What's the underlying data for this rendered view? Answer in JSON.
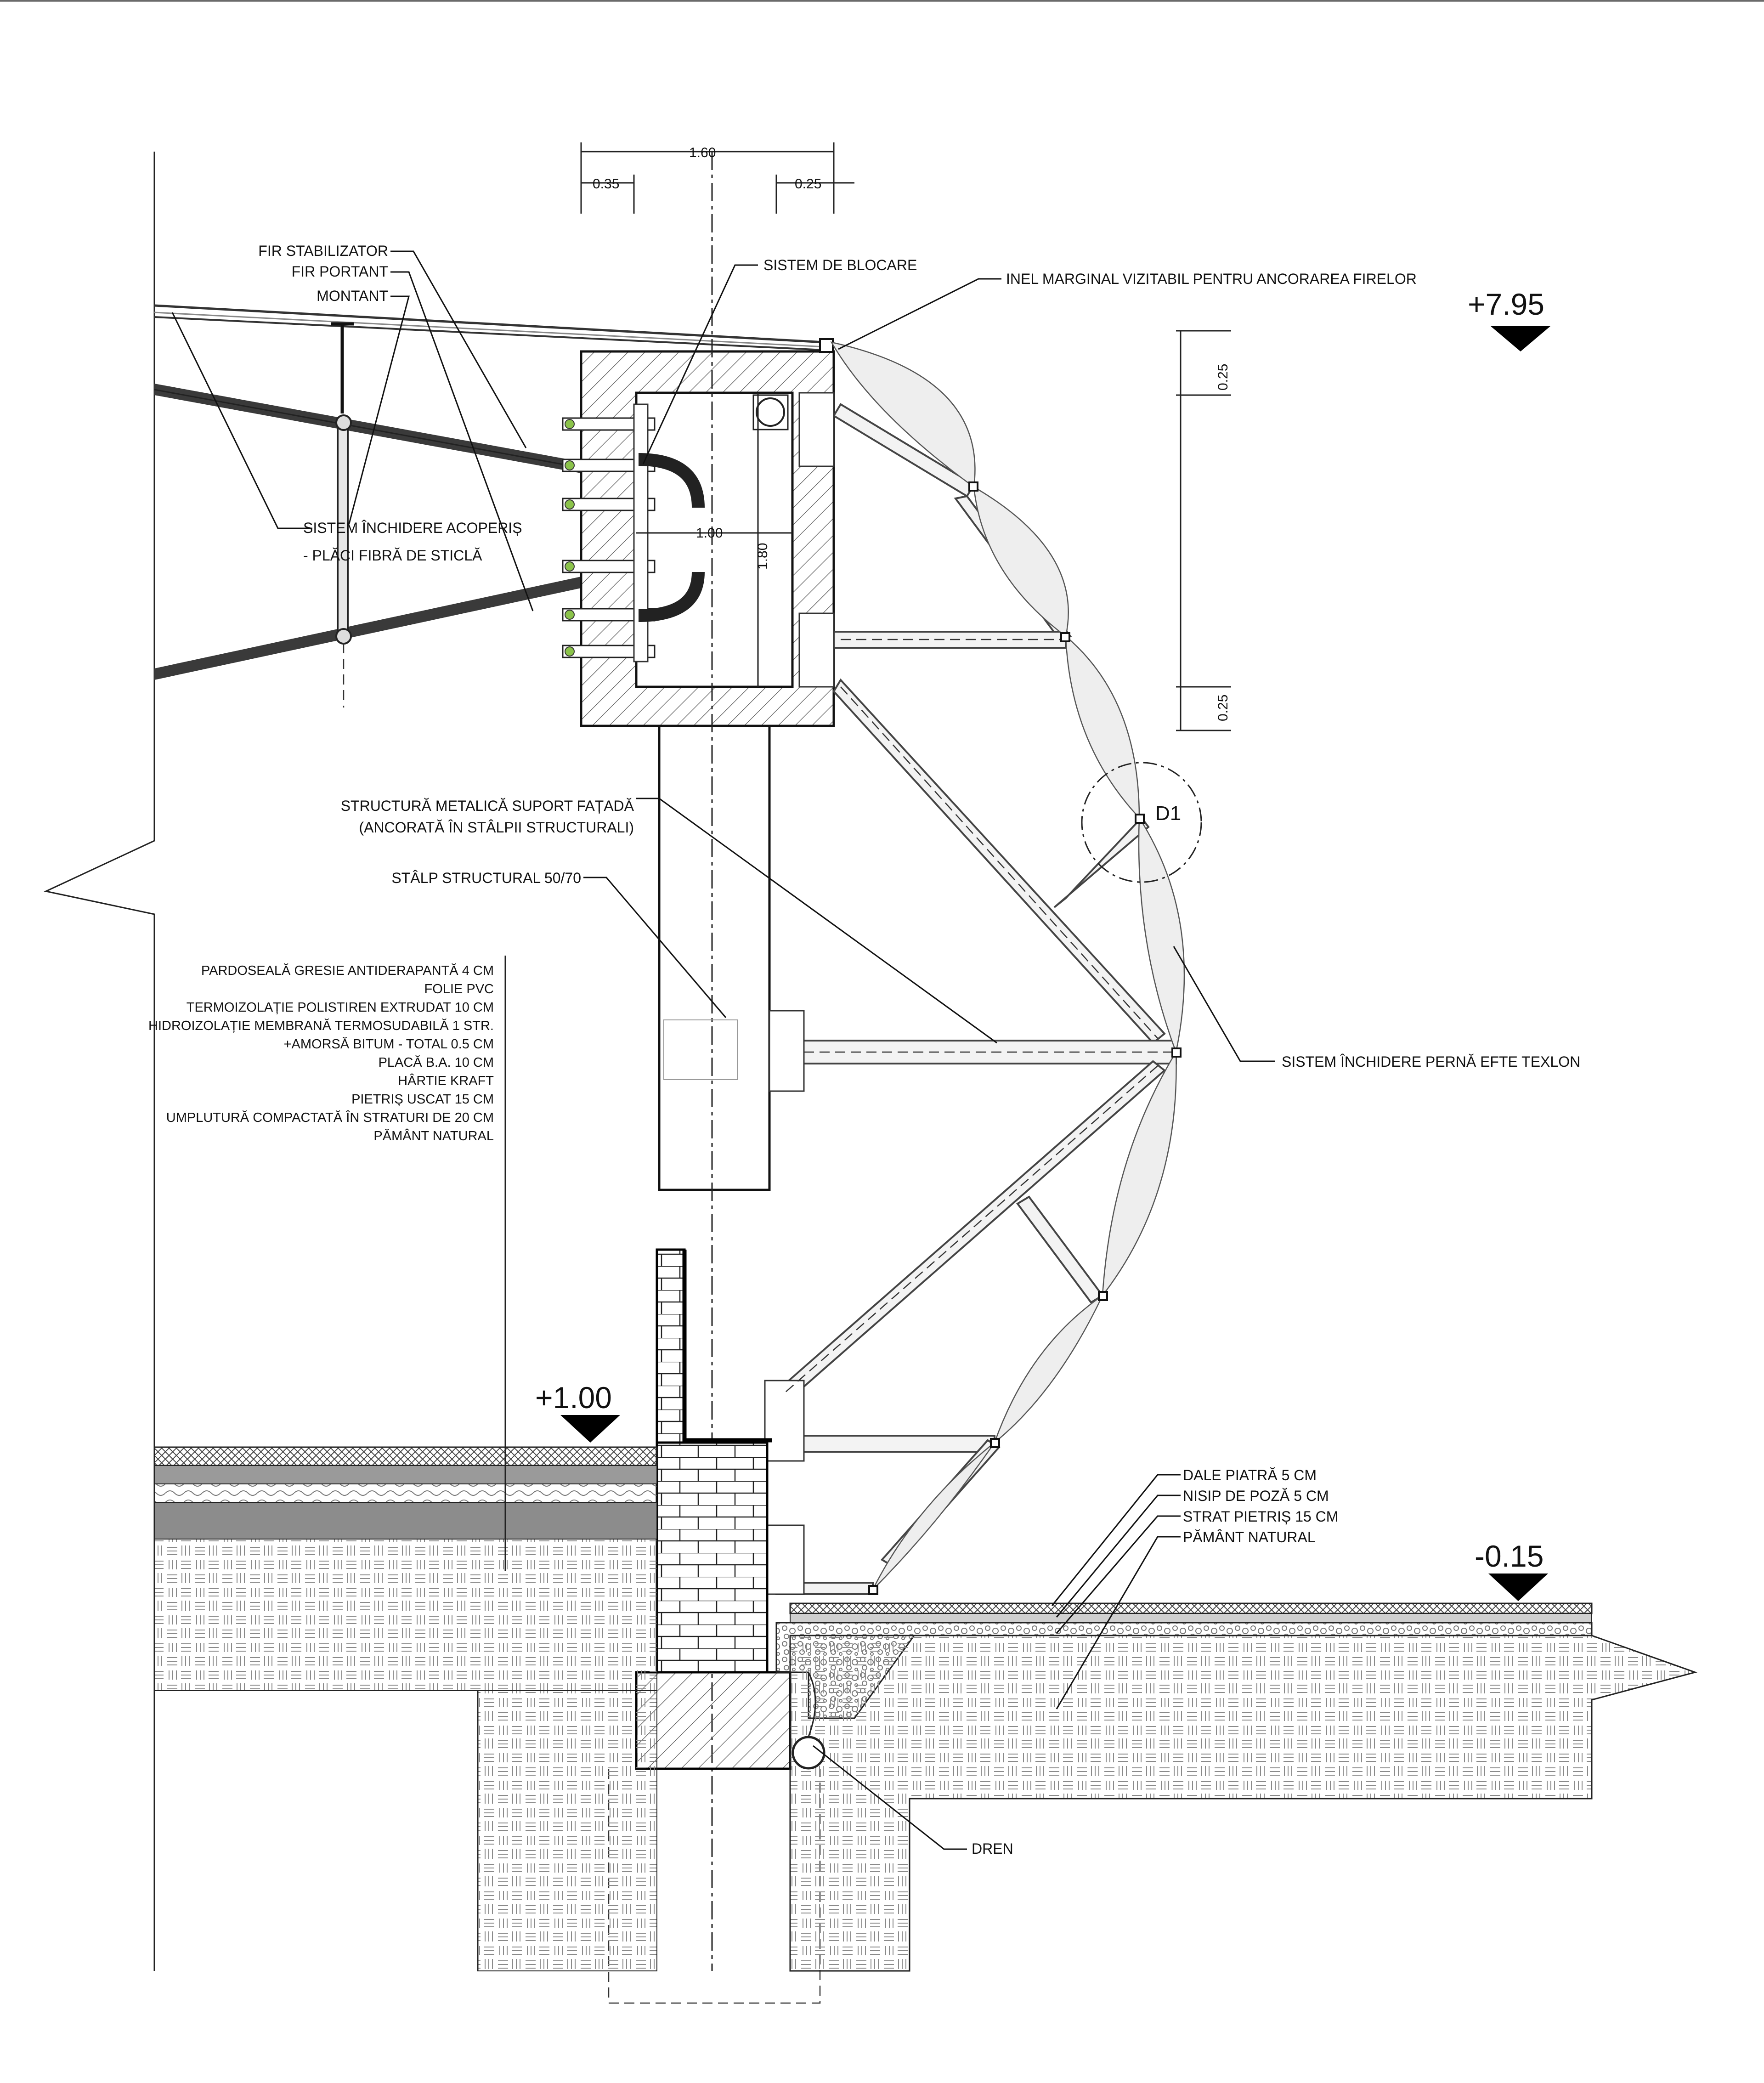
{
  "labels": {
    "fir_stabilizator": "FIR STABILIZATOR",
    "fir_portant": "FIR PORTANT",
    "montant": "MONTANT",
    "sistem_blocare": "SISTEM DE BLOCARE",
    "inel_marginal": "INEL MARGINAL VIZITABIL PENTRU ANCORAREA FIRELOR",
    "inchidere_acoperis_1": "SISTEM ÎNCHIDERE ACOPERIȘ",
    "inchidere_acoperis_2": "- PLĂCI FIBRĂ DE STICLĂ",
    "structura_metalica_1": "STRUCTURĂ METALICĂ SUPORT FAȚADĂ",
    "structura_metalica_2": "(ANCORATĂ ÎN STÂLPII STRUCTURALI)",
    "stalp_structural": "STÂLP STRUCTURAL 50/70",
    "sistem_perna": "SISTEM ÎNCHIDERE PERNĂ EFTE TEXLON",
    "detail_d1": "D1",
    "dren": "DREN"
  },
  "floor_layers": [
    "PARDOSEALĂ GRESIE ANTIDERAPANTĂ 4 CM",
    "FOLIE PVC",
    "TERMOIZOLAȚIE POLISTIREN EXTRUDAT 10 CM",
    "HIDROIZOLAȚIE MEMBRANĂ TERMOSUDABILĂ 1 STR.",
    "+AMORSĂ BITUM - TOTAL 0.5 CM",
    "PLACĂ B.A. 10 CM",
    "HÂRTIE KRAFT",
    "PIETRIȘ USCAT 15 CM",
    "UMPLUTURĂ COMPACTATĂ ÎN STRATURI DE 20 CM",
    "PĂMÂNT NATURAL"
  ],
  "exterior_layers": [
    "DALE PIATRĂ 5 CM",
    "NISIP DE POZĂ 5 CM",
    "STRAT PIETRIȘ 15 CM",
    "PĂMÂNT NATURAL"
  ],
  "levels": {
    "top": "+7.95",
    "floor": "+1.00",
    "ground": "-0.15"
  },
  "dimensions": {
    "total_width": "1.60",
    "left_offset": "0.35",
    "right_offset": "0.25",
    "beam_width": "1.00",
    "beam_height": "1.80",
    "top_band": "0.25",
    "bottom_band": "0.25"
  },
  "colors": {
    "line": "#111111",
    "hatch": "#555555",
    "background": "#ffffff",
    "steel_fill": "#f3f3f3"
  }
}
